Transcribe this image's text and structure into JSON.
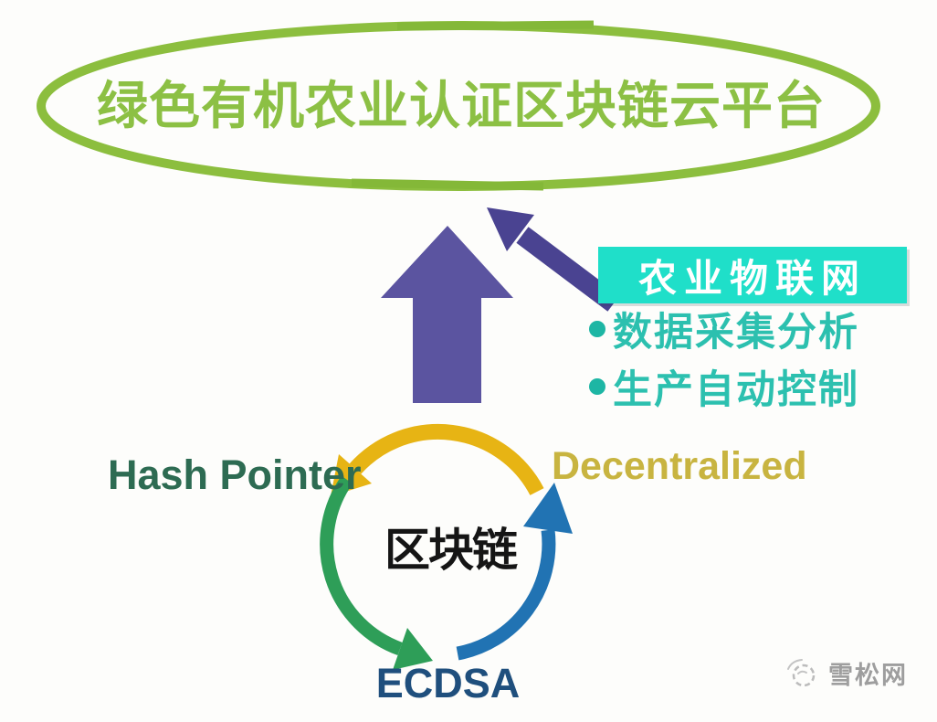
{
  "title": {
    "text": "绿色有机农业认证区块链云平台"
  },
  "iot_panel": {
    "header": "农业物联网",
    "bullets": [
      {
        "text": "数据采集分析"
      },
      {
        "text": "生产自动控制"
      }
    ]
  },
  "cycle": {
    "center_label": "区块链",
    "left_label": "Hash Pointer",
    "right_label": "Decentralized",
    "bottom_label": "ECDSA"
  },
  "watermark": {
    "text": "雪松网"
  },
  "colors": {
    "background": "#fdfdfb",
    "ellipse_green": "#8cbe3e",
    "title_green": "#8cc044",
    "big_arrow_purple": "#5b54a0",
    "diagonal_arrow_purple": "#4a4391",
    "iot_header_bg": "#1fdfc9",
    "iot_header_text": "#ffffff",
    "iot_bullet_teal": "#2cc0af",
    "cycle_top_arrow_yellow": "#e7b414",
    "cycle_left_arrow_green": "#2e9e58",
    "cycle_right_arrow_blue": "#2173b3",
    "hash_pointer_green": "#2d6b52",
    "decentralized_gold": "#c8b440",
    "ecdsa_navy": "#1f4f7d",
    "center_label_black": "#151515",
    "watermark_gray": "#9e9e9e"
  }
}
